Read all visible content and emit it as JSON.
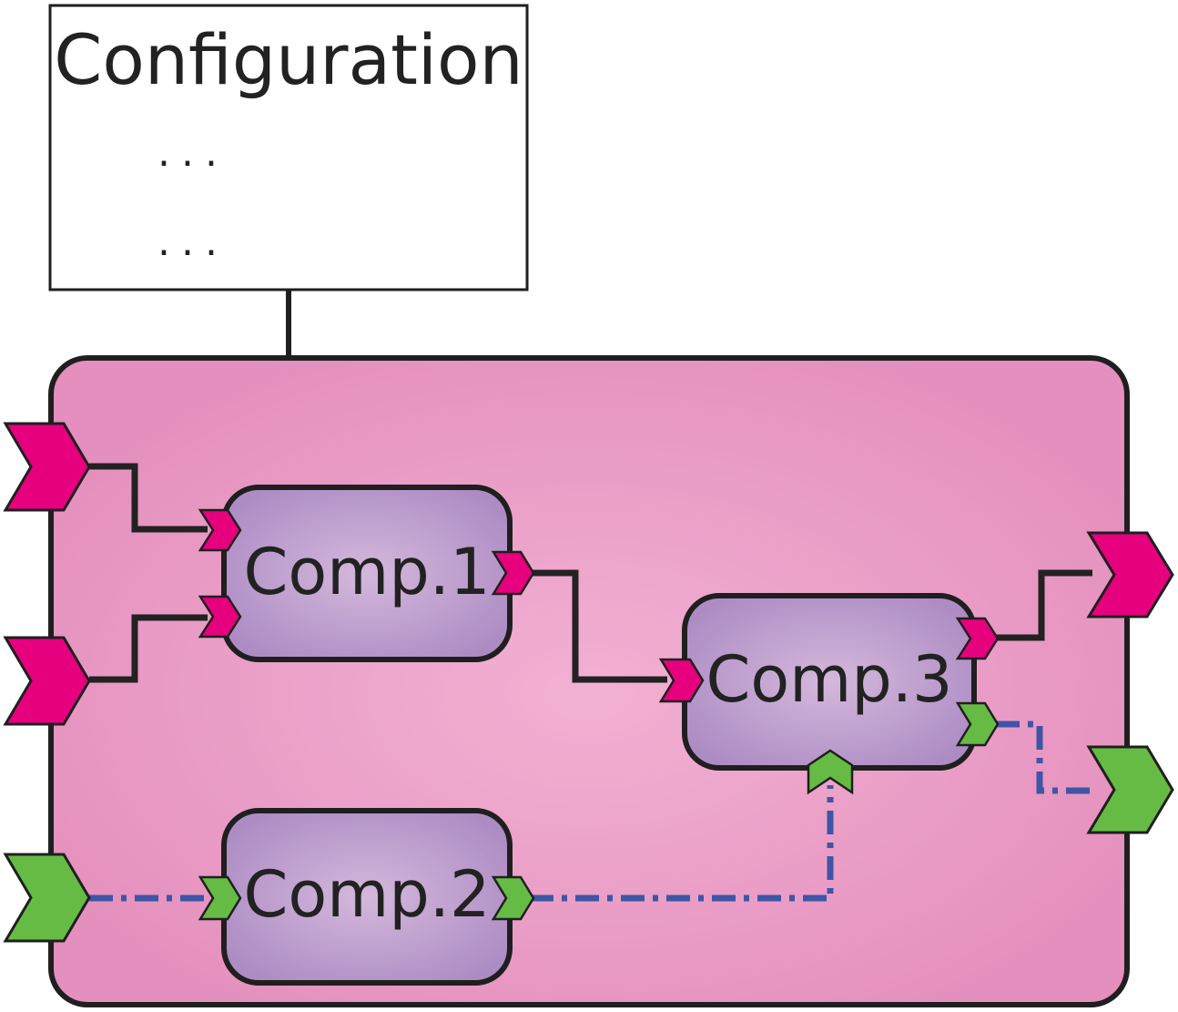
{
  "config": {
    "title": "Configuration",
    "lines": [
      "...",
      "..."
    ]
  },
  "components": [
    {
      "id": "comp1",
      "label": "Comp.1"
    },
    {
      "id": "comp2",
      "label": "Comp.2"
    },
    {
      "id": "comp3",
      "label": "Comp.3"
    }
  ],
  "colors": {
    "container_fill": "#e48fbd",
    "container_center": "#f2b1d3",
    "component_fill": "#ad8cc4",
    "component_center": "#d4b8db",
    "port_magenta": "#e6007e",
    "port_green": "#66bb44",
    "solid_connection": "#222222",
    "dashed_connection": "#3f55a5",
    "outline": "#1f1f1f"
  }
}
